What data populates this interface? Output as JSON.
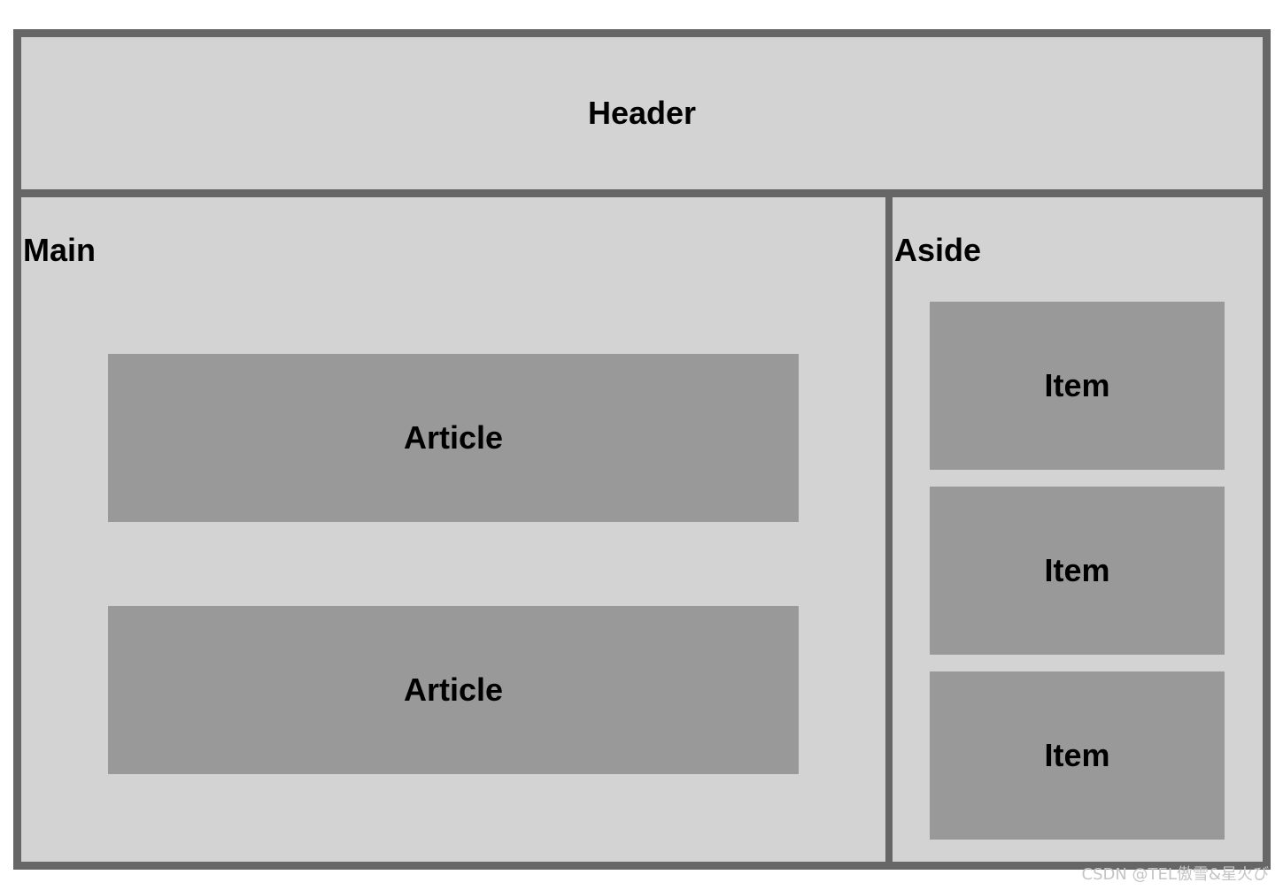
{
  "header": {
    "label": "Header"
  },
  "main": {
    "label": "Main",
    "articles": [
      {
        "label": "Article"
      },
      {
        "label": "Article"
      }
    ]
  },
  "aside": {
    "label": "Aside",
    "items": [
      {
        "label": "Item"
      },
      {
        "label": "Item"
      },
      {
        "label": "Item"
      }
    ]
  },
  "watermark": "CSDN @TEL傲雪&星火び",
  "colors": {
    "border": "#666666",
    "region_fill": "#d3d3d3",
    "block_fill": "#999999",
    "text": "#000000"
  }
}
